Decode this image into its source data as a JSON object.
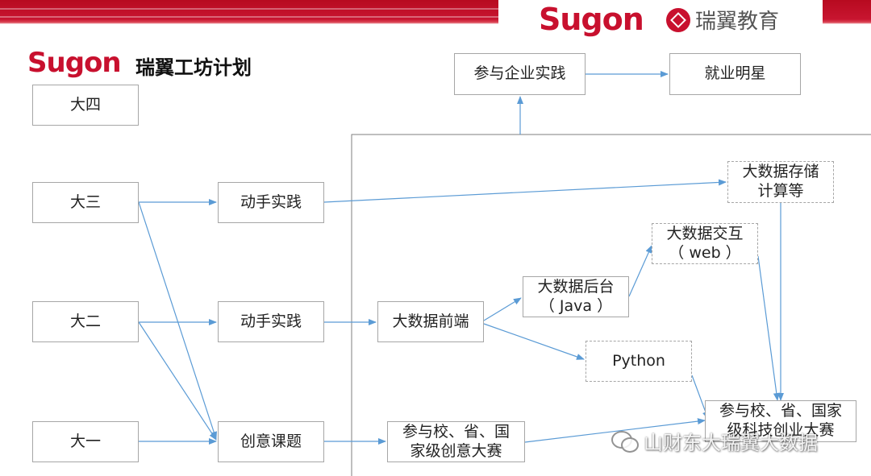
{
  "header": {
    "brand_logo_text": "Sugon",
    "partner_logo_text": "瑞翼教育",
    "colors": {
      "brand_red": "#c8102e",
      "banner_red": "#b70a20",
      "line_blue": "#5b9bd5",
      "box_border": "#a6a6a6"
    }
  },
  "title": {
    "logo_text": "Sugon",
    "text": "瑞翼工坊计划"
  },
  "years": {
    "year4": "大四",
    "year3": "大三",
    "year2": "大二",
    "year1": "大一"
  },
  "nodes": {
    "practice3": "动手实践",
    "practice2": "动手实践",
    "creative_topic": "创意课题",
    "bigdata_frontend": "大数据前端",
    "creative_contest": "参与校、省、国\n家级创意大赛",
    "bigdata_backend": "大数据后台\n（ Java ）",
    "python": "Python",
    "bigdata_interaction": "大数据交互\n（ web ）",
    "bigdata_storage": "大数据存储\n计算等",
    "national_contest": "参与校、省、国家\n级科技创业大赛",
    "enterprise_practice": "参与企业实践",
    "employment_star": "就业明星"
  },
  "watermark": {
    "text": "山财东大瑞翼大数据"
  }
}
